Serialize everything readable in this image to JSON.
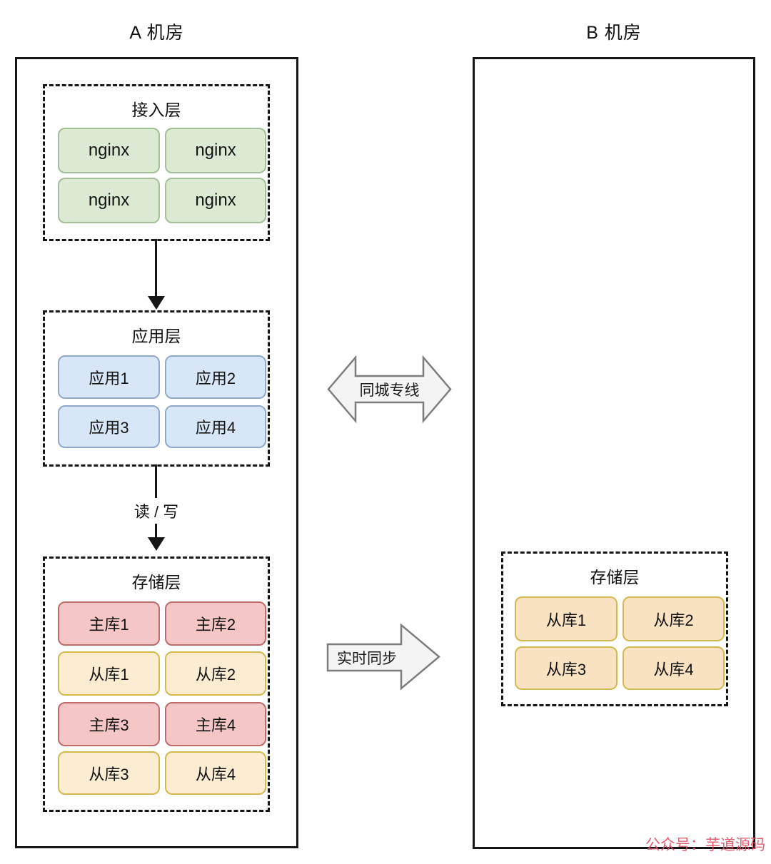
{
  "rooms": {
    "a": {
      "title": "A 机房"
    },
    "b": {
      "title": "B 机房"
    }
  },
  "layers": {
    "access": {
      "title": "接入层",
      "nodes": [
        "nginx",
        "nginx",
        "nginx",
        "nginx"
      ]
    },
    "app": {
      "title": "应用层",
      "nodes": [
        "应用1",
        "应用2",
        "应用3",
        "应用4"
      ]
    },
    "storage_a": {
      "title": "存储层",
      "nodes": [
        {
          "label": "主库1",
          "type": "master"
        },
        {
          "label": "主库2",
          "type": "master"
        },
        {
          "label": "从库1",
          "type": "slave"
        },
        {
          "label": "从库2",
          "type": "slave"
        },
        {
          "label": "主库3",
          "type": "master"
        },
        {
          "label": "主库4",
          "type": "master"
        },
        {
          "label": "从库3",
          "type": "slave"
        },
        {
          "label": "从库4",
          "type": "slave"
        }
      ]
    },
    "storage_b": {
      "title": "存储层",
      "nodes": [
        "从库1",
        "从库2",
        "从库3",
        "从库4"
      ]
    }
  },
  "connectors": {
    "city_line_label": "同城专线",
    "realtime_sync_label": "实时同步",
    "read_write_label": "读 / 写"
  },
  "watermark": "公众号：芋道源码",
  "colors": {
    "nginx_fill": "#dcead4",
    "nginx_border": "#a3bf99",
    "app_fill": "#d8e7f8",
    "app_border": "#90a9c9",
    "master_fill": "#f4c7c6",
    "master_border": "#bd6b6b",
    "slave_fill": "#fcecd2",
    "slave_b_fill": "#f9e2c2",
    "slave_border": "#d4b951",
    "line_color": "#161616",
    "big_arrow_fill": "#f4f4f4",
    "big_arrow_stroke": "#7d7d7d",
    "watermark_color": "#dd5163"
  }
}
